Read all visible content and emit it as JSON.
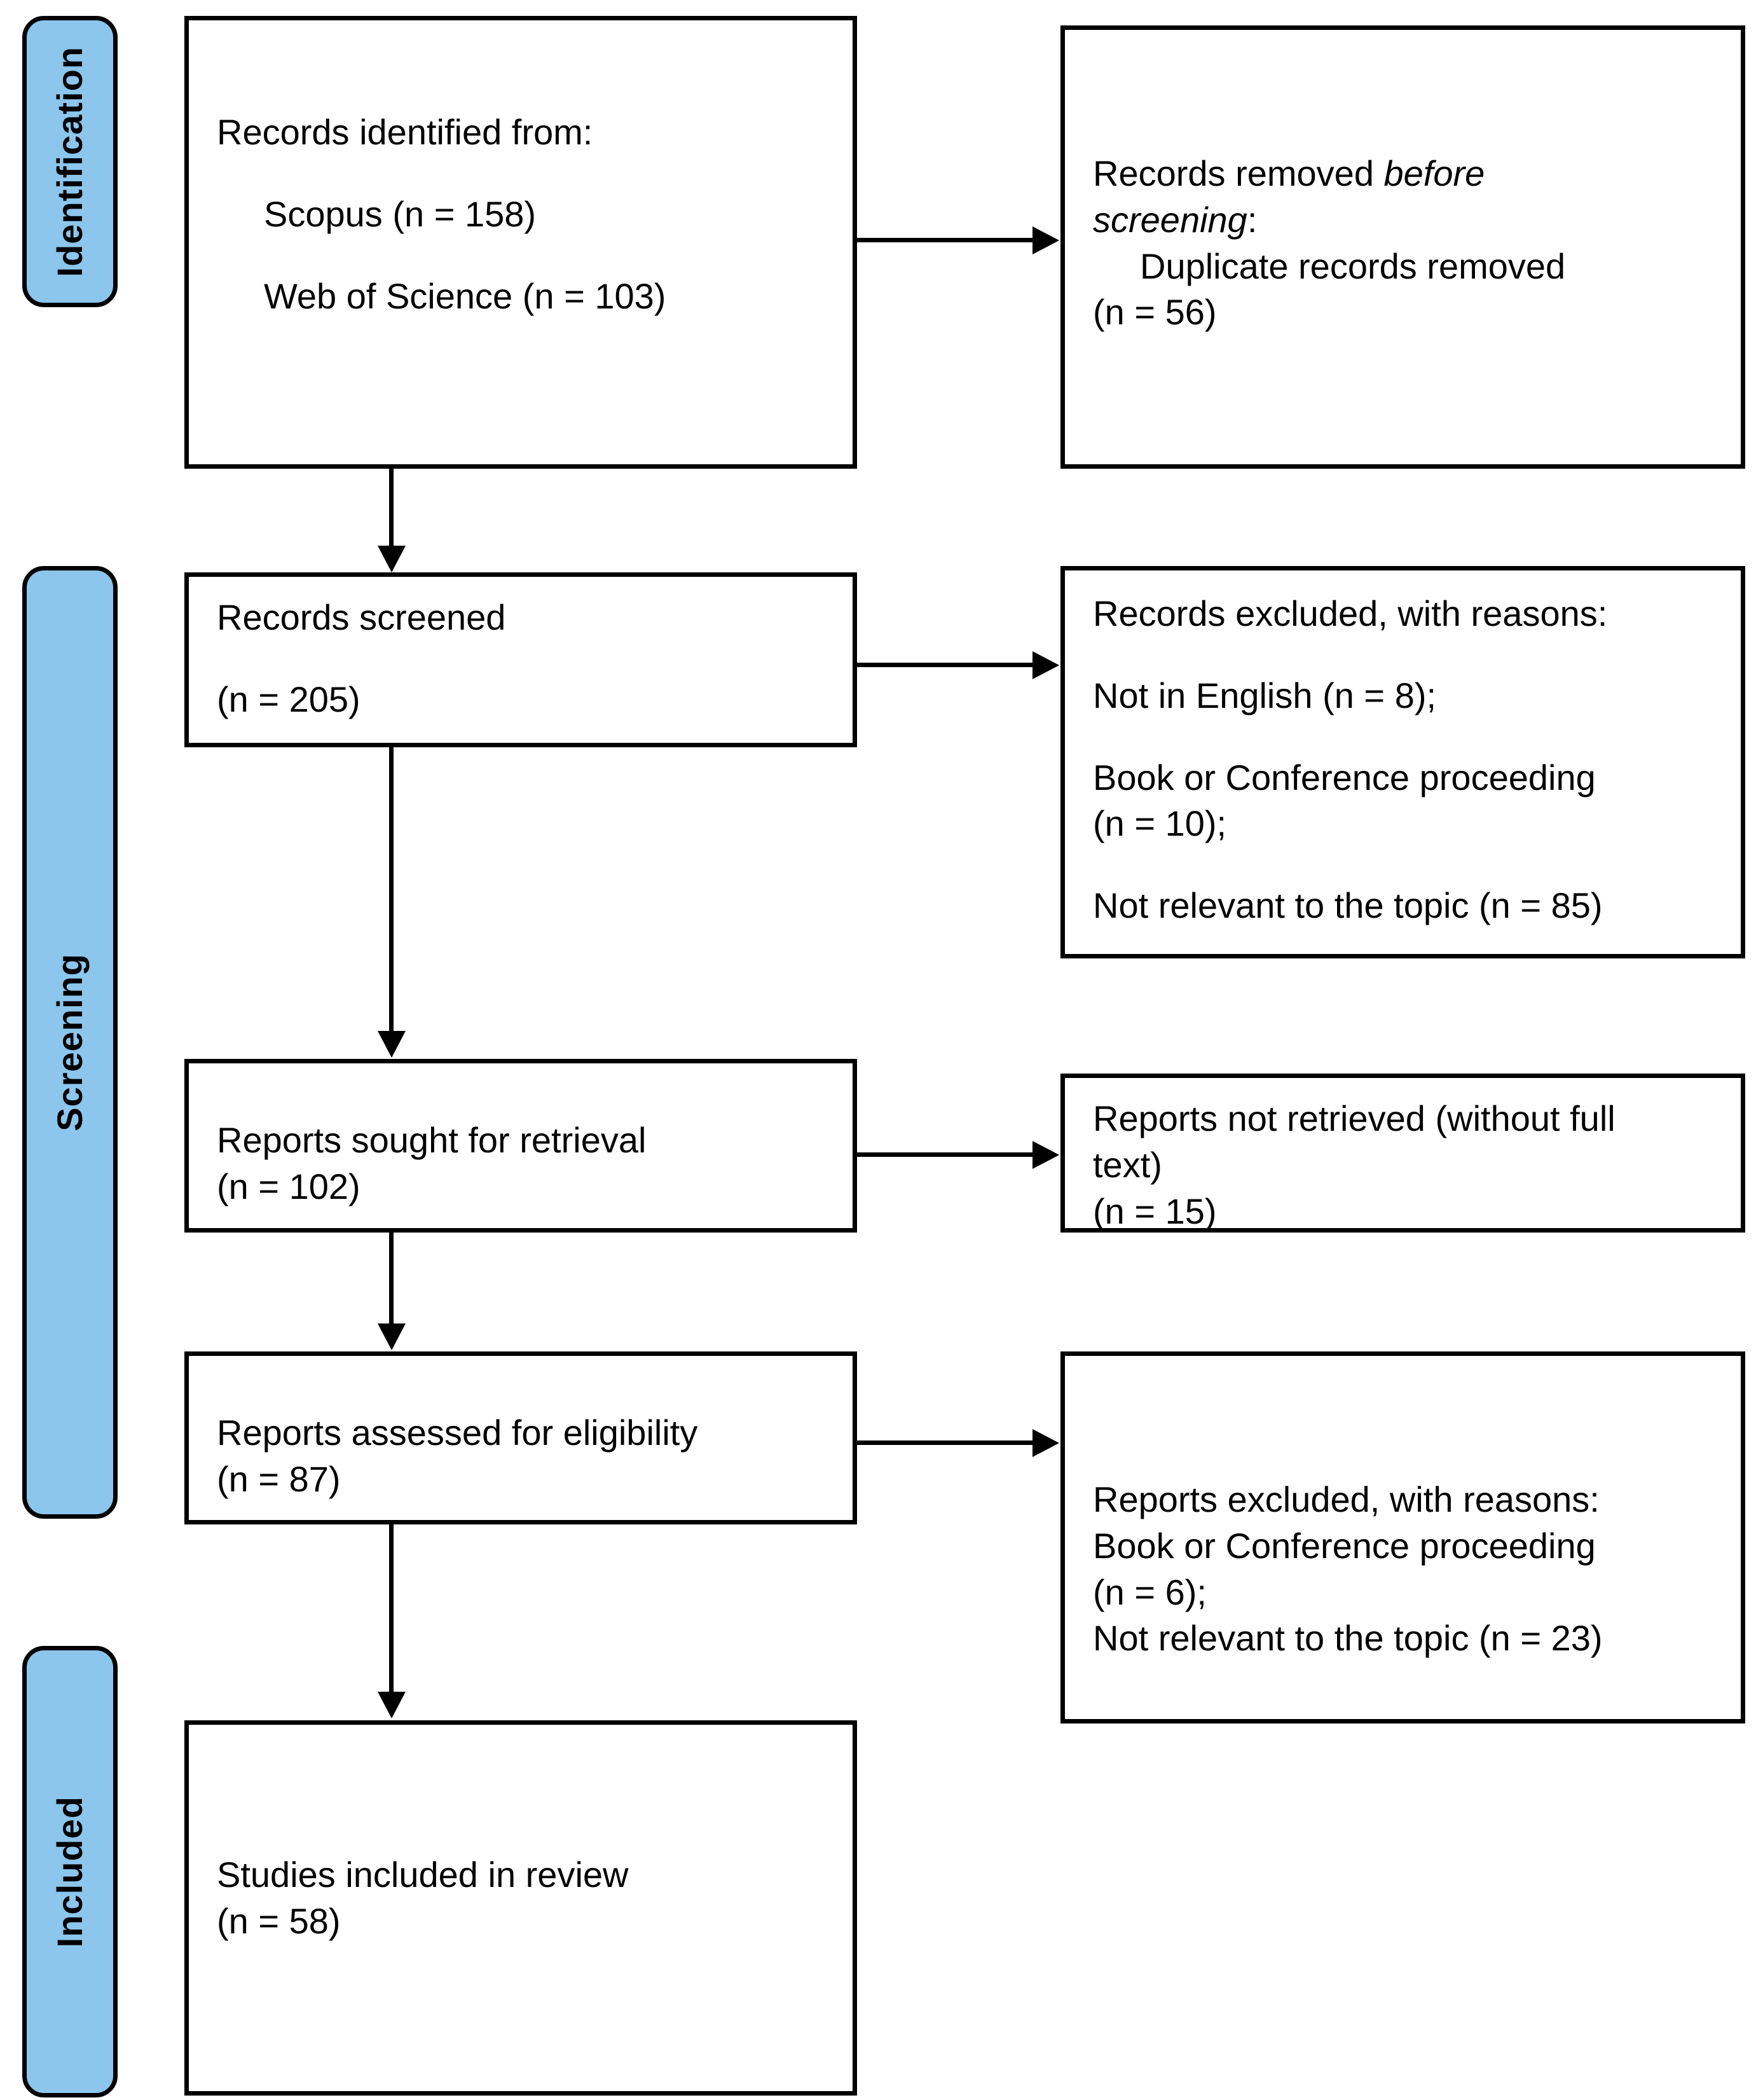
{
  "diagram": {
    "title": "PRISMA 2020 flow diagram",
    "accent_color": "#8CC6EC",
    "line_color": "#000000",
    "background": "#FFFFFF"
  },
  "stages": [
    {
      "id": "identification",
      "label": "Identification"
    },
    {
      "id": "screening",
      "label": "Screening"
    },
    {
      "id": "included",
      "label": "Included"
    }
  ],
  "boxes": {
    "records_identified": {
      "heading": "Records identified from:",
      "sources": [
        {
          "name": "Scopus",
          "n_text": "Scopus (n = 158)",
          "n": 158
        },
        {
          "name": "Web of Science",
          "n_text": "Web of Science (n = 103)",
          "n": 103
        }
      ]
    },
    "records_removed": {
      "line1_prefix": "Records removed ",
      "line1_italic": "before",
      "line2_italic": "screening",
      "line2_suffix": ":",
      "item1": "Duplicate records removed",
      "item1_n_text": "(n = 56)",
      "item1_n": 56
    },
    "records_screened": {
      "heading": "Records screened",
      "n_text": "(n = 205)",
      "n": 205
    },
    "records_excluded": {
      "heading": "Records excluded, with reasons:",
      "reasons": [
        {
          "text": "Not in English (n = 8);",
          "n": 8
        },
        {
          "text": "Book or Conference proceeding",
          "n": null
        },
        {
          "text": "(n = 10);",
          "n": 10
        },
        {
          "text": "Not relevant to the topic (n = 85)",
          "n": 85
        }
      ]
    },
    "reports_sought": {
      "heading": "Reports sought for retrieval",
      "n_text": "(n = 102)",
      "n": 102
    },
    "reports_not_retrieved": {
      "line1": "Reports not retrieved (without full",
      "line2": "text)",
      "n_text": "(n = 15)",
      "n": 15
    },
    "reports_assessed": {
      "heading": "Reports assessed for eligibility",
      "n_text": "(n = 87)",
      "n": 87
    },
    "reports_excluded": {
      "heading": "Reports excluded, with reasons:",
      "reasons": [
        {
          "text": "Book or Conference proceeding",
          "n": null
        },
        {
          "text": "(n = 6);",
          "n": 6
        },
        {
          "text": "Not relevant to the topic (n = 23)",
          "n": 23
        }
      ]
    },
    "studies_included": {
      "heading": "Studies included in review",
      "n_text": "(n = 58)",
      "n": 58
    }
  }
}
